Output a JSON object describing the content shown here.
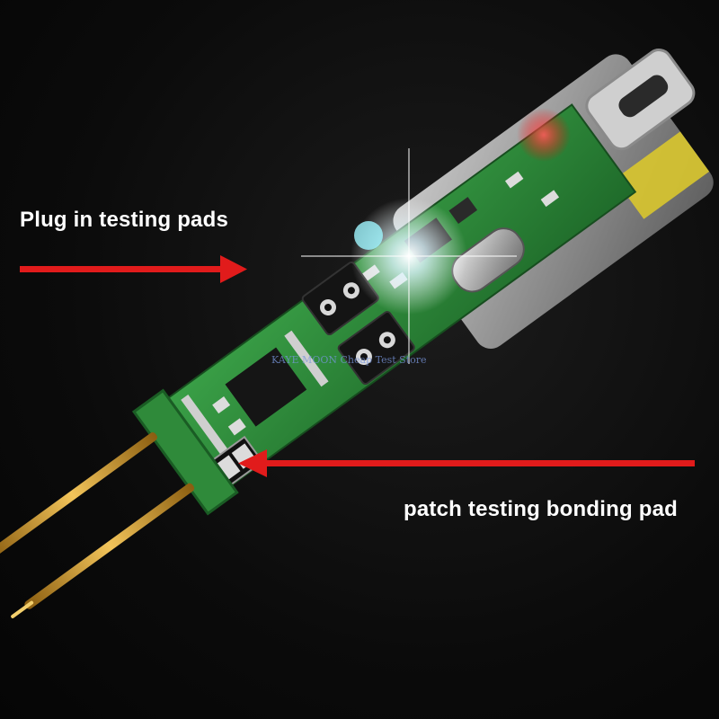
{
  "annotations": {
    "plug_label": "Plug in testing pads",
    "patch_label": "patch testing bonding pad"
  },
  "watermark": "KAYE MOON Cheap Test Store",
  "colors": {
    "background": "#0b0b0b",
    "pcb_green": "#2f8a3a",
    "arrow_red": "#e11b1b",
    "gold_pin": "#d9a638",
    "label_text": "#ffffff"
  }
}
